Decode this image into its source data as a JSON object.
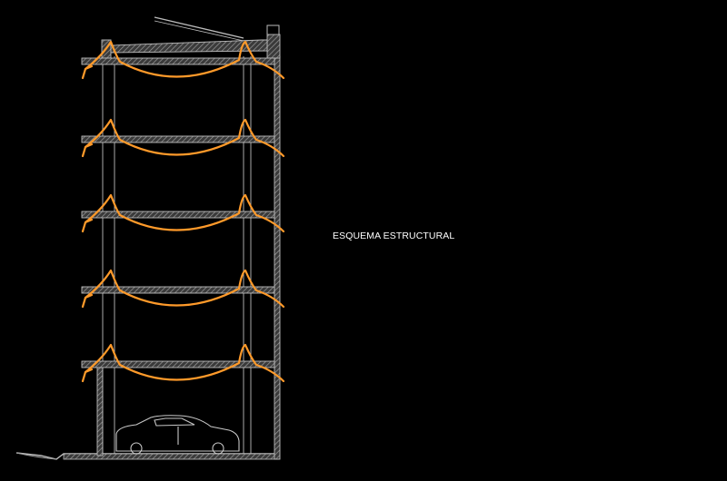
{
  "title": "ESQUEMA ESTRUCTURAL",
  "colors": {
    "background": "#000000",
    "structure": "#c8c8c8",
    "hatch": "#8a8a8a",
    "moment_diagram": "#ff9a2a",
    "text": "#ffffff"
  },
  "diagram": {
    "floors": 6,
    "icons": [
      "car-icon",
      "roof-chimney"
    ]
  }
}
